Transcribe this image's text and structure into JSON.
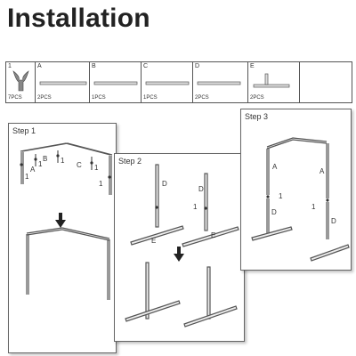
{
  "title": "Installation",
  "parts": [
    {
      "letter": "1",
      "qty": "7PCS",
      "icon": "wing-nut-icon"
    },
    {
      "letter": "A",
      "qty": "2PCS",
      "icon": "long-pole-icon"
    },
    {
      "letter": "B",
      "qty": "1PCS",
      "icon": "crossbar-icon"
    },
    {
      "letter": "C",
      "qty": "1PCS",
      "icon": "crossbar-icon"
    },
    {
      "letter": "D",
      "qty": "2PCS",
      "icon": "short-pole-icon"
    },
    {
      "letter": "E",
      "qty": "2PCS",
      "icon": "foot-base-icon"
    },
    {
      "letter": "",
      "qty": "",
      "icon": ""
    }
  ],
  "steps": {
    "step1": {
      "label": "Step 1",
      "labels": {
        "a": "A",
        "b": "B",
        "c": "C",
        "one": "1"
      }
    },
    "step2": {
      "label": "Step 2",
      "labels": {
        "d": "D",
        "e": "E",
        "one": "1"
      }
    },
    "step3": {
      "label": "Step 3",
      "labels": {
        "a": "A",
        "d": "D",
        "one": "1"
      }
    }
  },
  "colors": {
    "line": "#555555",
    "shadow": "#999999"
  }
}
